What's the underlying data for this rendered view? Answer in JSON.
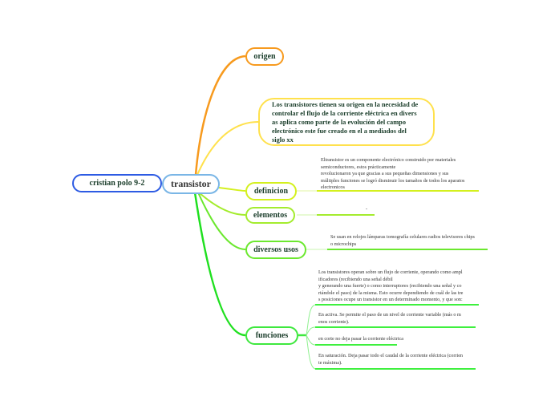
{
  "root": {
    "label": "cristian polo 9-2"
  },
  "center": {
    "label": "transistor"
  },
  "branches": [
    {
      "id": "origen",
      "label": "origen",
      "color": "#f79a1e"
    },
    {
      "id": "origen-text",
      "label": "Los transistores tienen su origen en la necesidad de\n controlar el flujo de la corriente eléctrica en divers\nas aplica como parte de la evolución del campo\nelectrónico este fue creado en el a mediados del\nsiglo xx",
      "color": "#ffe14d"
    },
    {
      "id": "definicion",
      "label": "definicion",
      "color": "#d4f01e",
      "notes": [
        " Eltransistor es un componente electrónico construido por materiales\nsemiconductores, estos prácticamente\nrevolucionaron ya que gracias a sus pequeñas dimensiones y sus\nmúltiples funciones se logró disminuir los tamaños de todos los aparatos\nelectronicos"
      ]
    },
    {
      "id": "elementos",
      "label": "elementos",
      "color": "#a4ec2e",
      "notes": [
        "-"
      ]
    },
    {
      "id": "diversos-usos",
      "label": "diversos usos",
      "color": "#6be82e",
      "notes": [
        "Se usan en relojes lámparas tomografía celulares radios televisores chips\no microchips"
      ]
    },
    {
      "id": "funciones",
      "label": "funciones",
      "color": "#3ee83e",
      "notes": [
        "Los transistores operan sobre un flujo de corriente, operando como ampl\nificadores (recibiendo una señal débil\ny generando una fuerte) o como interruptores (recibiendo una señal y co\nrtándole el paso) de la misma. Esto ocurre dependiendo de cuál de las tre\ns posiciones ocupe un transistor en un determinado momento, y que son:",
        "En activa. Se permite el paso de un nivel de corriente variable (más o m\nenos corriente).",
        "en corte no deja pasar la corriente eléctrica",
        "En saturación. Deja pasar todo el caudal de la corriente eléctrica (corrien\nte máxima)."
      ]
    }
  ]
}
